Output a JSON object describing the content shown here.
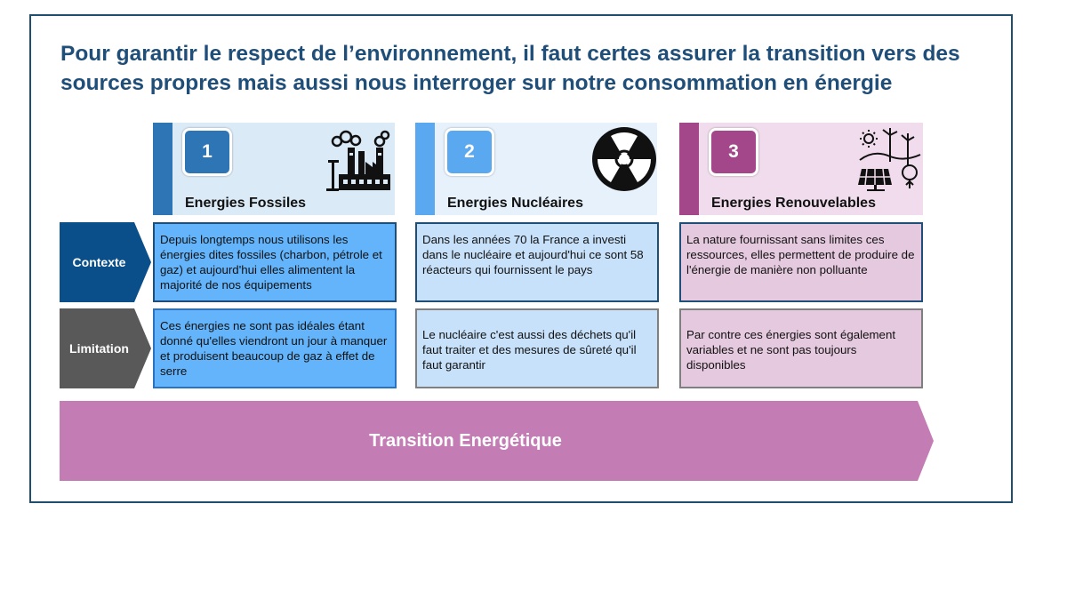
{
  "title": "Pour garantir le respect de l’environnement, il faut certes assurer la transition vers des sources propres mais aussi nous interroger sur notre consommation en énergie",
  "columns": [
    {
      "number": "1",
      "label": "Energies Fossiles",
      "icon": "factory-icon",
      "color": "#2e75b6",
      "light": "#dbeaf7",
      "icon_color": "#111111"
    },
    {
      "number": "2",
      "label": "Energies Nucléaires",
      "icon": "radiation-icon",
      "color": "#5aa9f0",
      "light": "#e6f1fb",
      "icon_color": "#111111"
    },
    {
      "number": "3",
      "label": "Energies Renouvelables",
      "icon": "renewable-energy-icon",
      "color": "#a3478a",
      "light": "#f0dcec",
      "icon_color": "#111111"
    }
  ],
  "rows": [
    {
      "label": "Contexte",
      "label_color": "#0b4f8a",
      "cells": [
        "Depuis longtemps nous utilisons les énergies dites fossiles (charbon, pétrole et gaz) et aujourd'hui elles alimentent la majorité de nos équipements",
        "Dans les années 70 la France a investi dans le nucléaire et aujourd'hui ce sont 58 réacteurs qui fournissent le pays",
        "La nature fournissant sans limites ces ressources, elles permettent de produire de l'énergie de manière non polluante"
      ]
    },
    {
      "label": "Limitation",
      "label_color": "#595959",
      "cells": [
        "Ces énergies ne sont pas idéales étant donné qu'elles viendront un jour à manquer et produisent beaucoup de gaz à effet de serre",
        "Le nucléaire c'est aussi des déchets qu'il faut traiter et des mesures de sûreté qu'il faut garantir",
        "Par contre ces énergies sont également variables et ne sont pas toujours disponibles"
      ]
    }
  ],
  "transition": {
    "label": "Transition Energétique",
    "color": "#c47cb4"
  }
}
